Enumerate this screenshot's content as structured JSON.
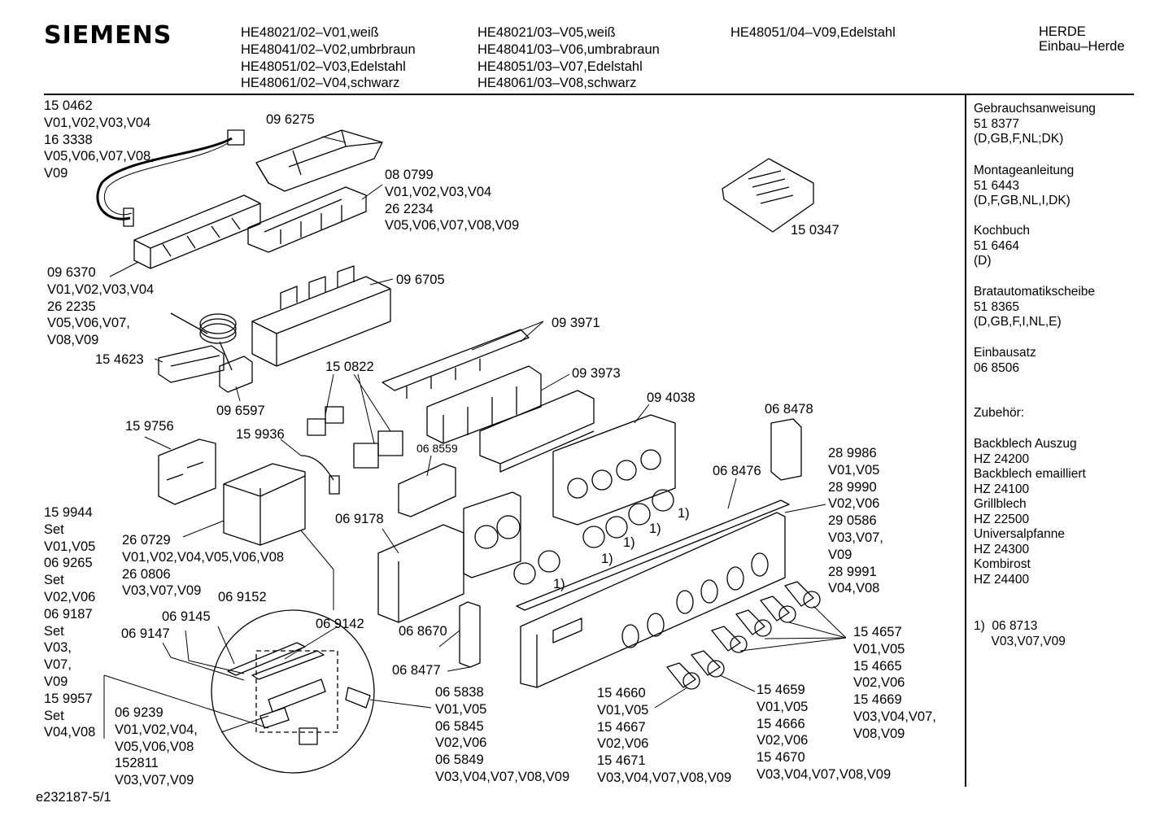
{
  "header": {
    "brand": "SIEMENS",
    "models_col1": [
      "HE48021/02–V01,weiß",
      "HE48041/02–V02,umbrbraun",
      "HE48051/02–V03,Edelstahl",
      "HE48061/02–V04,schwarz"
    ],
    "models_col2": [
      "HE48021/03–V05,weiß",
      "HE48041/03–V06,umbrabraun",
      "HE48051/03–V07,Edelstahl",
      "HE48061/03–V08,schwarz"
    ],
    "models_col3": [
      "HE48051/04–V09,Edelstahl"
    ],
    "category": [
      "HERDE",
      "Einbau–Herde"
    ]
  },
  "parts": {
    "p150462": [
      "15 0462",
      "V01,V02,V03,V04",
      "16 3338",
      "V05,V06,V07,V08,",
      "V09"
    ],
    "p096275": [
      "09 6275"
    ],
    "p080799": [
      "08 0799",
      "V01,V02,V03,V04",
      "26 2234",
      "V05,V06,V07,V08,V09"
    ],
    "p150347": [
      "15 0347"
    ],
    "p096370": [
      "09 6370",
      "V01,V02,V03,V04",
      "26 2235",
      "V05,V06,V07,",
      "V08,V09"
    ],
    "p096705": [
      "09 6705"
    ],
    "p093971": [
      "09 3971"
    ],
    "p154623": [
      "15 4623"
    ],
    "p150822": [
      "15 0822"
    ],
    "p093973": [
      "09 3973"
    ],
    "p096597": [
      "09 6597"
    ],
    "p094038": [
      "09 4038"
    ],
    "p068478": [
      "06 8478"
    ],
    "p159756": [
      "15 9756"
    ],
    "p159936": [
      "15 9936"
    ],
    "p068559": [
      "06 8559"
    ],
    "p289986": [
      "28 9986",
      "V01,V05",
      "28 9990",
      "V02,V06",
      "29 0586",
      "V03,V07,",
      "V09",
      "28 9991",
      "V04,V08"
    ],
    "p068476": [
      "06 8476"
    ],
    "p159944": [
      "15 9944",
      "Set",
      "V01,V05",
      "06 9265",
      "Set",
      "V02,V06",
      "06 9187",
      "Set",
      "V03,",
      "V07,",
      "V09",
      "15 9957",
      "Set",
      "V04,V08"
    ],
    "p260729": [
      "26 0729",
      "V01,V02,V04,V05,V06,V08",
      "26 0806",
      "V03,V07,V09"
    ],
    "p069178": [
      "06 9178"
    ],
    "p069152": [
      "06 9152"
    ],
    "p069145": [
      "06 9145"
    ],
    "p069142": [
      "06 9142"
    ],
    "p069147": [
      "06 9147"
    ],
    "p068670": [
      "06 8670"
    ],
    "p068477": [
      "06 8477"
    ],
    "p154657": [
      "15 4657",
      "V01,V05",
      "15 4665",
      "V02,V06",
      "15 4669",
      "V03,V04,V07,",
      "V08,V09"
    ],
    "p065838": [
      "06 5838",
      "V01,V05",
      "06 5845",
      "V02,V06",
      "06 5849",
      "V03,V04,V07,V08,V09"
    ],
    "p154660": [
      "15 4660",
      "V01,V05",
      "15 4667",
      "V02,V06",
      "15 4671",
      "V03,V04,V07,V08,V09"
    ],
    "p154659": [
      "15 4659",
      "V01,V05",
      "15 4666",
      "V02,V06",
      "15 4670",
      "V03,V04,V07,V08,V09"
    ],
    "p069239": [
      "06 9239",
      "V01,V02,V04,",
      "V05,V06,V08",
      "152811",
      "V03,V07,V09"
    ],
    "note_marks": [
      "1)",
      "1)",
      "1)",
      "1)",
      "1)"
    ]
  },
  "right_panel": {
    "docs": [
      [
        "Gebrauchsanweisung",
        "51 8377",
        "(D,GB,F,NL;DK)"
      ],
      [
        "Montageanleitung",
        "51 6443",
        "(D,F,GB,NL,I,DK)"
      ],
      [
        "Kochbuch",
        "51 6464",
        "(D)"
      ],
      [
        "Brataut omatikscheibe",
        "51 8365",
        "(D,GB,F,I,NL,E)"
      ],
      [
        "Einbausatz",
        "06 8506"
      ]
    ],
    "zubehoer_title": "Zubehör:",
    "zubehoer": [
      "Backblech Auszug",
      "HZ 24200",
      "Backblech emailliert",
      "HZ 24100",
      "Grillblech",
      "HZ 22500",
      "Universalpfanne",
      "HZ 24300",
      "Kombirost",
      "HZ 24400"
    ],
    "footnote": [
      "1)  06 8713",
      "     V03,V07,V09"
    ]
  },
  "footer": {
    "code": "e232187-5/1"
  }
}
